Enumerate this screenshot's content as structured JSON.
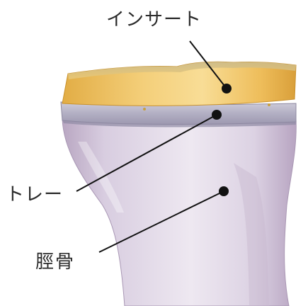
{
  "labels": {
    "insert": "インサート",
    "tray": "トレー",
    "tibia": "脛骨"
  },
  "colors": {
    "insert": "#e8b652",
    "insert_highlight": "#f6d98d",
    "tray": "#b8b5c8",
    "bone": "#d9cfe0",
    "bone_shadow": "#a996b3",
    "leader": "#111111"
  }
}
